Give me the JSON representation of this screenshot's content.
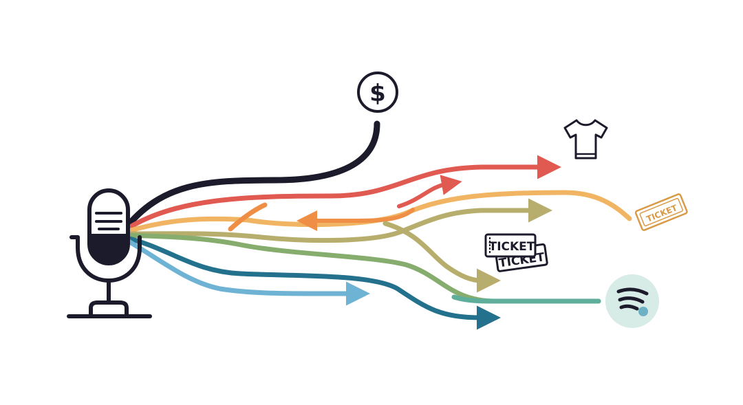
{
  "colors": {
    "ink": "#1c1b2b",
    "red": "#e05a52",
    "orange": "#ee8f45",
    "light_orange": "#f1b462",
    "olive": "#b7ad6c",
    "green": "#86ad6d",
    "teal": "#5fae9c",
    "dark_teal": "#23718d",
    "blue": "#6eb3d3",
    "spotify_bg": "#d7ebe7",
    "spotify_accent": "#6fb1c4",
    "ticket_orange": "#d99a45"
  },
  "icons": {
    "microphone": "microphone-icon",
    "dollar": "dollar-coin-icon",
    "tshirt": "tshirt-icon",
    "ticket_stack": "ticket-stack-icon",
    "ticket_single": "ticket-icon",
    "streaming": "streaming-icon"
  },
  "labels": {
    "dollar_symbol": "$",
    "ticket_front": "TICKET",
    "ticket_back": "TICKET",
    "ticket_single": "TICKET"
  }
}
